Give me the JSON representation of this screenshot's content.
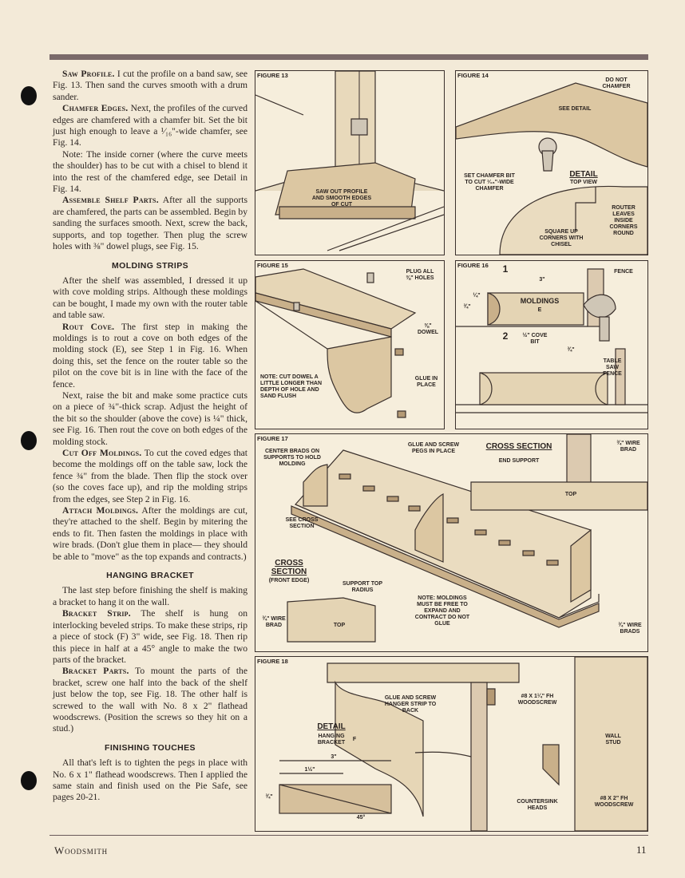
{
  "text": {
    "p1_lead": "Saw Profile.",
    "p1": "I cut the profile on a band saw, see Fig. 13. Then sand the curves smooth with a drum sander.",
    "p2_lead": "Chamfer Edges.",
    "p2": "Next, the profiles of the curved edges are chamfered with a chamfer bit. Set the bit just high enough to leave a ¹⁄₁₆\"-wide chamfer, see Fig. 14.",
    "p3": "Note: The inside corner (where the curve meets the shoulder) has to be cut with a chisel to blend it into the rest of the chamfered edge, see Detail in Fig. 14.",
    "p4_lead": "Assemble Shelf Parts.",
    "p4": "After all the supports are chamfered, the parts can be assembled. Begin by sanding the surfaces smooth. Next, screw the back, supports, and top together. Then plug the screw holes with ⅜\" dowel plugs, see Fig. 15.",
    "h_molding": "MOLDING STRIPS",
    "p5": "After the shelf was assembled, I dressed it up with cove molding strips. Although these moldings can be bought, I made my own with the router table and table saw.",
    "p6_lead": "Rout Cove.",
    "p6": "The first step in making the moldings is to rout a cove on both edges of the molding stock (E), see Step 1 in Fig. 16. When doing this, set the fence on the router table so the pilot on the cove bit is in line with the face of the fence.",
    "p7": "Next, raise the bit and make some practice cuts on a piece of ¾\"-thick scrap. Adjust the height of the bit so the shoulder (above the cove) is ¼\" thick, see Fig. 16. Then rout the cove on both edges of the molding stock.",
    "p8_lead": "Cut Off Moldings.",
    "p8": "To cut the coved edges that become the moldings off on the table saw, lock the fence ¾\" from the blade. Then flip the stock over (so the coves face up), and rip the molding strips from the edges, see Step 2 in Fig. 16.",
    "p9_lead": "Attach Moldings.",
    "p9": "After the moldings are cut, they're attached to the shelf. Begin by mitering the ends to fit. Then fasten the moldings in place with wire brads. (Don't glue them in place— they should be able to \"move\" as the top expands and contracts.)",
    "h_bracket": "HANGING BRACKET",
    "p10": "The last step before finishing the shelf is making a bracket to hang it on the wall.",
    "p11_lead": "Bracket Strip.",
    "p11": "The shelf is hung on interlocking beveled strips. To make these strips, rip a piece of stock (F) 3\" wide, see Fig. 18. Then rip this piece in half at a 45° angle to make the two parts of the bracket.",
    "p12_lead": "Bracket Parts.",
    "p12": "To mount the parts of the bracket, screw one half into the back of the shelf just below the top, see Fig. 18. The other half is screwed to the wall with No. 8 x 2\" flathead woodscrews. (Position the screws so they hit on a stud.)",
    "h_finishing": "FINISHING TOUCHES",
    "p13": "All that's left is to tighten the pegs in place with No. 6 x 1\" flathead woodscrews. Then I applied the same stain and finish used on the Pie Safe, see pages 20-21."
  },
  "fig13": {
    "title": "FIGURE 13",
    "label": "SAW OUT PROFILE AND SMOOTH EDGES OF CUT"
  },
  "fig14": {
    "title": "FIGURE 14",
    "do_not": "DO NOT CHAMFER",
    "see_detail": "SEE DETAIL",
    "set_chamfer": "SET CHAMFER BIT TO CUT ¹⁄₁₆\"-WIDE CHAMFER",
    "detail": "DETAIL",
    "top_view": "TOP VIEW",
    "router": "ROUTER LEAVES INSIDE CORNERS ROUND",
    "square": "SQUARE UP CORNERS WITH CHISEL"
  },
  "fig15": {
    "title": "FIGURE 15",
    "plug": "PLUG ALL ⅜\" HOLES",
    "dowel": "⅜\" DOWEL",
    "glue": "GLUE IN PLACE",
    "note": "NOTE: CUT DOWEL A LITTLE LONGER THAN DEPTH OF HOLE AND SAND FLUSH"
  },
  "fig16": {
    "title": "FIGURE 16",
    "step1": "1",
    "step2": "2",
    "three": "3\"",
    "fence": "FENCE",
    "moldings": "MOLDINGS",
    "e": "E",
    "quarter": "¼\"",
    "threequarter": "¾\"",
    "cove": "½\" COVE BIT",
    "threequarter2": "¾\"",
    "saw_fence": "TABLE SAW FENCE"
  },
  "fig17": {
    "title": "FIGURE 17",
    "center_brads": "CENTER BRADS ON SUPPORTS TO HOLD MOLDING",
    "glue_screw": "GLUE AND SCREW PEGS IN PLACE",
    "cross_section": "CROSS SECTION",
    "end_support": "END SUPPORT",
    "wire_brad": "¾\" WIRE BRAD",
    "top": "TOP",
    "see_cross": "SEE CROSS SECTION",
    "cross2": "CROSS SECTION",
    "front_edge": "(FRONT EDGE)",
    "support_top": "SUPPORT TOP RADIUS",
    "note": "NOTE: MOLDINGS MUST BE FREE TO EXPAND AND CONTRACT DO NOT GLUE",
    "wire_brad2": "¾\" WIRE BRAD",
    "top2": "TOP",
    "wire_brads": "¾\" WIRE BRADS"
  },
  "fig18": {
    "title": "FIGURE 18",
    "glue_screw": "GLUE AND SCREW HANGER STRIP TO BACK",
    "screw1": "#8 x 1¼\" Fh WOODSCREW",
    "detail": "DETAIL",
    "hanging": "HANGING BRACKET",
    "f": "F",
    "three": "3\"",
    "one_half": "1½\"",
    "threequarter": "¾\"",
    "fortyfive": "45°",
    "wall_stud": "WALL STUD",
    "countersink": "COUNTERSINK HEADS",
    "screw2": "#8 x 2\" Fh WOODSCREW"
  },
  "footer": {
    "brand": "Woodsmith",
    "page": "11"
  },
  "colors": {
    "paper": "#f3ead8",
    "ink": "#2a2320",
    "rule": "#7a6a6a"
  }
}
